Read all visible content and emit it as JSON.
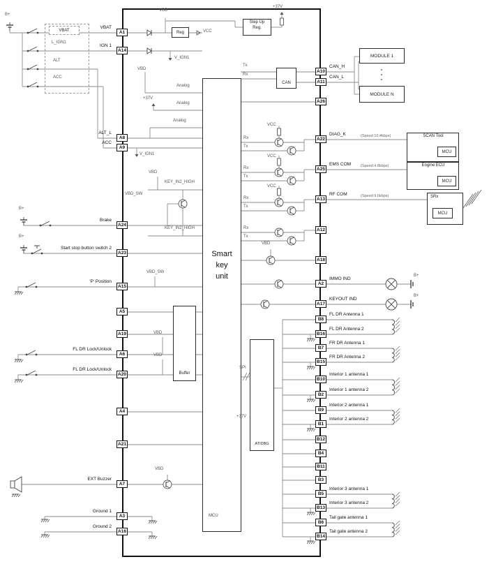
{
  "colors": {
    "wire": "#8c8c8c",
    "box_border": "#1a1a1a",
    "text": "#1a1a1a",
    "muted": "#666666",
    "bg": "#ffffff"
  },
  "unit": {
    "title_lines": [
      "Smart",
      "key",
      "unit"
    ],
    "mcu": "MCU"
  },
  "left_pins": [
    {
      "id": "A1",
      "label": "VBAT"
    },
    {
      "id": "A14",
      "label": "IGN 1"
    },
    {
      "id": "A8",
      "label": "ALT_L"
    },
    {
      "id": "A9",
      "label": "ACC"
    },
    {
      "id": "A24",
      "label": "Brake"
    },
    {
      "id": "A23",
      "label": "Start stop button switch 2"
    },
    {
      "id": "A15",
      "label": "'P' Position"
    },
    {
      "id": "A5",
      "label": ""
    },
    {
      "id": "A19",
      "label": ""
    },
    {
      "id": "A6",
      "label": "FL DR Lock/Unlock"
    },
    {
      "id": "A20",
      "label": "FL DR Lock/Unlock"
    },
    {
      "id": "A4",
      "label": ""
    },
    {
      "id": "A21",
      "label": ""
    },
    {
      "id": "A7",
      "label": "EXT Buzzer"
    },
    {
      "id": "A3",
      "label": "Ground 1"
    },
    {
      "id": "A16",
      "label": "Ground 2"
    }
  ],
  "right_pins": [
    {
      "id": "A10",
      "label": "CAN_H"
    },
    {
      "id": "A11",
      "label": "CAN_L"
    },
    {
      "id": "A26",
      "label": ""
    },
    {
      "id": "A22",
      "label": "DIAG_K",
      "speed": "(Speed:10.4kbps)"
    },
    {
      "id": "A25",
      "label": "EMS COM",
      "speed": "(Speed:4.8kbps)"
    },
    {
      "id": "A13",
      "label": "RF COM",
      "speed": "(Speed:9.6kbps)"
    },
    {
      "id": "A12",
      "label": ""
    },
    {
      "id": "A18",
      "label": ""
    },
    {
      "id": "A2",
      "label": "IMMO IND"
    },
    {
      "id": "A17",
      "label": "KEYOUT IND"
    },
    {
      "id": "B8",
      "label": "FL DR Antenna 1"
    },
    {
      "id": "B16",
      "label": "FL DR Antenna 2"
    },
    {
      "id": "B7",
      "label": "FR DR Antenna 1"
    },
    {
      "id": "B15",
      "label": "FR DR Antenna 2"
    },
    {
      "id": "B10",
      "label": "Interior 1 antenna 1"
    },
    {
      "id": "B2",
      "label": "Interior 1 antenna 2"
    },
    {
      "id": "B9",
      "label": "Interior 2 antenna 1"
    },
    {
      "id": "B1",
      "label": "Interior 2 antenna 2"
    },
    {
      "id": "B12",
      "label": ""
    },
    {
      "id": "B4",
      "label": ""
    },
    {
      "id": "B11",
      "label": ""
    },
    {
      "id": "B3",
      "label": ""
    },
    {
      "id": "B5",
      "label": "Interior 3 antenna 1"
    },
    {
      "id": "B13",
      "label": "Interior 3 antenna 2"
    },
    {
      "id": "B6",
      "label": "Tail gate antenna 1"
    },
    {
      "id": "B14",
      "label": "Tail gate antenna 2"
    }
  ],
  "boxes": {
    "vbat": "VBAT",
    "reg": "Reg",
    "step_up_line1": "Step Up",
    "step_up_line2": "Reg.",
    "can": "CAN",
    "module_1": "MODULE 1",
    "module_n": "MODULE N",
    "scan_tool": "SCAN Tool",
    "engine": "Engine ECU",
    "srx": "SRx",
    "mcu": "MCU",
    "buffer": "Buffer",
    "atidbg": "ATIDBG"
  },
  "signals": {
    "b_plus": "B+",
    "vbd": "VBD",
    "vcc": "VCC",
    "p37v": "+37V",
    "v_ign1": "V_IGN1",
    "analog": "Analog",
    "key_in2_high": "KEY_IN2_HIGH",
    "vbd_sw": "VBD_SW",
    "rx": "Rx",
    "tx": "Tx",
    "spi": "SPI",
    "l_ign1": "L_IGN1",
    "alt": "ALT",
    "acc": "ACC"
  }
}
